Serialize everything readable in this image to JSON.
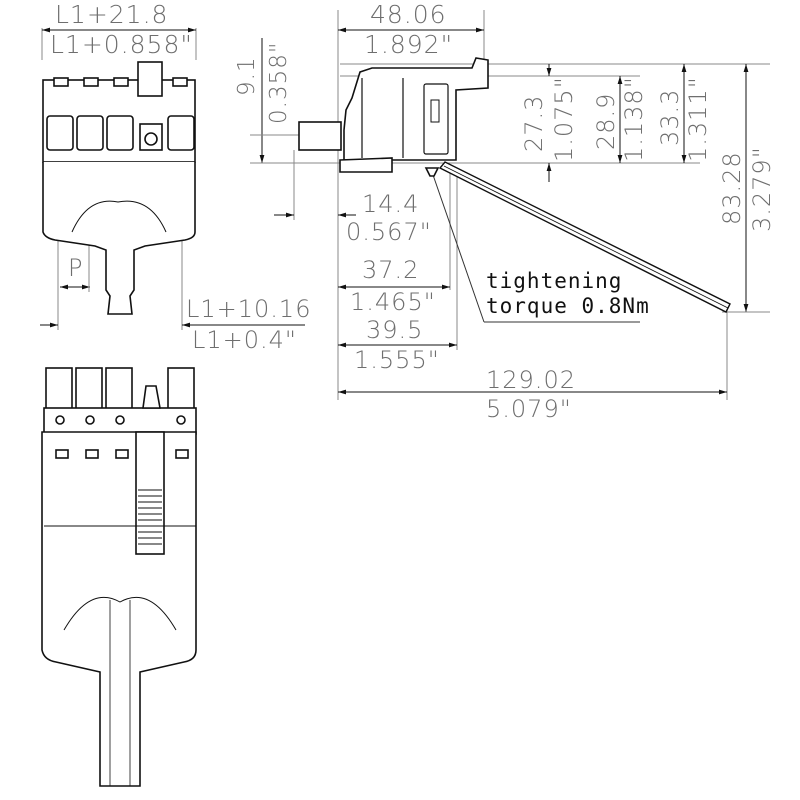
{
  "drawing": {
    "type": "technical-dimension-drawing",
    "subject": "pluggable connector with release lever",
    "views": [
      "front-view",
      "side-view",
      "top-view"
    ]
  },
  "front_view": {
    "width_dim": {
      "mm": "L1+21.8",
      "inch": "L1+0.858\""
    },
    "pitch_label": "P",
    "pitch_width_dim": {
      "mm": "L1+10.16",
      "inch": "L1+0.4\""
    }
  },
  "side_view": {
    "height_offset_dim": {
      "mm": "9.1",
      "inch": "0.358\""
    },
    "top_width_dim": {
      "mm": "48.06",
      "inch": "1.892\""
    },
    "height_dims": [
      {
        "mm": "27.3",
        "inch": "1.075\""
      },
      {
        "mm": "28.9",
        "inch": "1.138\""
      },
      {
        "mm": "33.3",
        "inch": "1.311\""
      },
      {
        "mm": "83.28",
        "inch": "3.279\""
      }
    ],
    "pin_dim": {
      "mm": "14.4",
      "inch": "0.567\""
    },
    "depth_dim_1": {
      "mm": "37.2",
      "inch": "1.465\""
    },
    "depth_dim_2": {
      "mm": "39.5",
      "inch": "1.555\""
    },
    "total_length_dim": {
      "mm": "129.02",
      "inch": "5.079\""
    },
    "note_line1": "tightening",
    "note_line2": "torque 0.8Nm"
  }
}
